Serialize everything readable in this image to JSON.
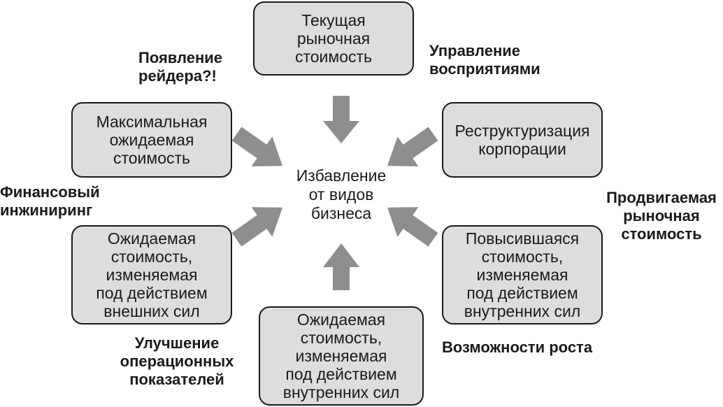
{
  "diagram": {
    "center": {
      "text": "Избавление\nот видов\nбизнеса"
    },
    "boxes": {
      "top": "Текущая\nрыночная\nстоимость",
      "top_right": "Реструктуризация\nкорпорации",
      "bottom_right": "Повысившаяся\nстоимость,\nизменяемая\nпод действием\nвнутренних сил",
      "bottom": "Ожидаемая\nстоимость,\nизменяемая\nпод действием\nвнутренних сил",
      "bottom_left": "Ожидаемая\nстоимость,\nизменяемая\nпод действием\nвнешних сил",
      "top_left": "Максимальная\nожидаемая\nстоимость"
    },
    "labels": {
      "raider": "Появление\nрейдера?!",
      "perception": "Управление\nвосприятиями",
      "promoted_value": "Продвигаемая\nрыночная\nстоимость",
      "growth": "Возможности роста",
      "operations": "Улучшение\nоперационных\nпоказателей",
      "financial": "Финансовый\nинжиниринг"
    },
    "colors": {
      "box_fill": "#dddddd",
      "box_border": "#1a1a1a",
      "arrow_fill": "#8e8e8e"
    }
  }
}
